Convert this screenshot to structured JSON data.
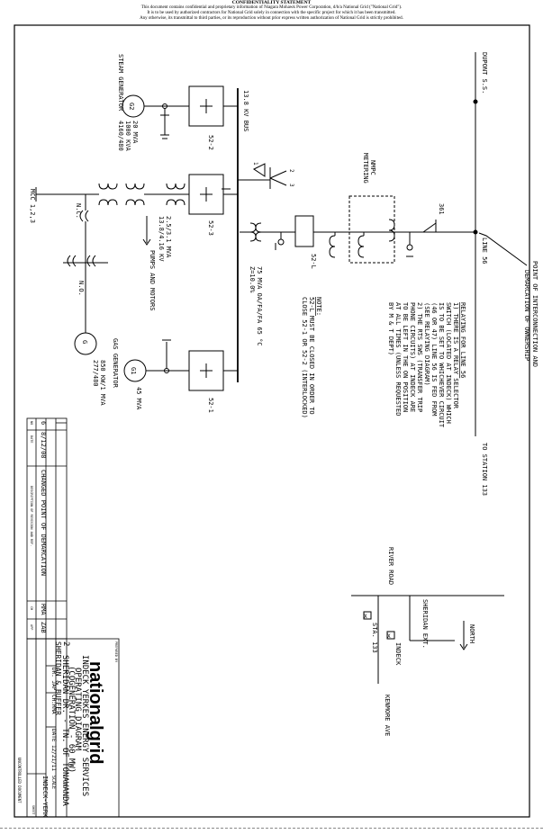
{
  "confidentiality": {
    "title": "CONFIDENTIALITY STATEMENT",
    "line1": "This document contains confidential and proprietary information of Niagara Mohawk Power Corporation, d/b/a National Grid (\"National Grid\").",
    "line2": "It is to be used by authorized contractors for National Grid solely in connection with the specific project for which it has been transmitted.",
    "line3": "Any otherwise, its transmittal to third parties, or its reproduction without prior express written authorization of National Grid is strictly prohibited."
  },
  "diagram": {
    "dupont": "DUPONT S.S.",
    "line56": "LINE 56",
    "to_station": "TO STATION 133",
    "demarcation_1": "POINT OF INTERCONNECTION AND",
    "demarcation_2": "DEMARCATION OF OWNERSHIP",
    "switch_361": "361",
    "nmpc_1": "NMPC",
    "nmpc_2": "METERING",
    "breaker_52l": "52-L",
    "breaker_522": "52-2",
    "breaker_523": "52-3",
    "breaker_521": "52-1",
    "bus": "13.8 KV BUS",
    "main_xfmr_1": "75 MVA OA/FA/FA 65 °C",
    "main_xfmr_2": "Z=10.0%",
    "steam_1": "STEAM GENERATOR",
    "steam_2": "20 MVA",
    "steam_3": "1000 KVA",
    "steam_4": "4160/480",
    "g2": "G2",
    "g1": "G1",
    "g1_rating": "45 MVA",
    "aux_xfmr_1": "2.5/3.1 MVA",
    "aux_xfmr_2": "13.8/4.16 KV",
    "pumps": "PUMPS AND MOTORS",
    "gas_1": "GAS GENERATOR",
    "gas_2": "850 KW/1 MVA",
    "gas_3": "277/480",
    "g_small": "G",
    "nc": "N.C.",
    "no": "N.O.",
    "mcc": "MCC 1,2,3",
    "pt_1": "1",
    "pt_2": "2",
    "pt_3": "3",
    "note_title": "NOTE:",
    "note_1": "52-L MUST BE CLOSED IN ORDER TO",
    "note_2": "CLOSE 52-1 OR 52-2 (INTERLOCKED)",
    "relay_title": "RELAYING FOR LINE 56",
    "relay_lines": [
      "1) THERE IS A RELAY SELECTOR",
      "   SWITCH (LOCATED AT INDECK) WHICH",
      "   IS TO BE SET TO WHICHEVER CIRCUIT",
      "   (46 OR 47) LINE 56 IS FED FROM",
      "   (SEE RELAYING DIAGRAM)",
      "2) THE RTS SWS (TRANSFER TRIP",
      "   PHONE CIRCUITS) AT INDECK ARE",
      "   TO BE LEFT IN THE ON POSITION",
      "   AT ALL TIMES (UNLESS REQUESTED",
      "   BY M & T DEPT)"
    ]
  },
  "map": {
    "north": "NORTH",
    "sheridan": "SHERIDAN EXT.",
    "indeck": "INDECK",
    "sta133": "STA. 133",
    "river": "RIVER ROAD",
    "kenmore": "KENMORE AVE"
  },
  "title_block": {
    "prepared_by": "PREPARED BY",
    "logo": "nationalgrid",
    "line1": "INDECK YERKES ENERGY SERVICES",
    "line2": "OPERATING DIAGRAM",
    "line3": "(COGENERATION - 60 MW)",
    "line4": "SHERIDAN DR. - TN. OF TONAWANDA",
    "line5_num": "2",
    "line5": "SHERIDAN & BUFFER",
    "drawn": "DR. JAP",
    "checked": "CH:RMA",
    "date": "DATE 12/21/11",
    "scale": "SCALE",
    "drawing_no": "INDECK-YERK",
    "uncontrolled": "UNCONTROLLED DOCUMENT",
    "sheet": "SHEET"
  },
  "revision": {
    "no": "6",
    "date": "8/12/08",
    "desc": "CHANGED POINT OF DEMARCATION",
    "by": "RMA",
    "appr": "ZAB",
    "hdr_no": "NO",
    "hdr_date": "DATE",
    "hdr_desc": "DESCRIPTION OF REVISION AND REF.",
    "hdr_by": "CH",
    "hdr_appr": "APP"
  }
}
